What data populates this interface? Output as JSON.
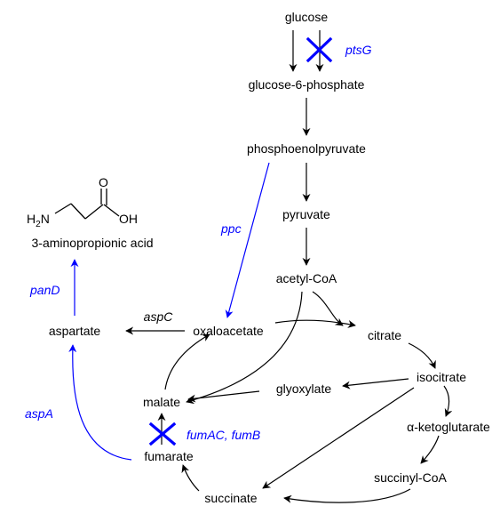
{
  "metabolites": {
    "glucose": "glucose",
    "g6p": "glucose-6-phosphate",
    "pep": "phosphoenolpyruvate",
    "pyruvate": "pyruvate",
    "acetyl_coa": "acetyl-CoA",
    "oxaloacetate": "oxaloacetate",
    "citrate": "citrate",
    "isocitrate": "isocitrate",
    "alpha_kg": "α-ketoglutarate",
    "succinyl_coa": "succinyl-CoA",
    "succinate": "succinate",
    "fumarate": "fumarate",
    "malate": "malate",
    "glyoxylate": "glyoxylate",
    "aspartate": "aspartate",
    "product": "3-aminopropionic acid"
  },
  "enzymes": {
    "ptsG": "ptsG",
    "ppc": "ppc",
    "aspC": "aspC",
    "panD": "panD",
    "aspA": "aspA",
    "fumAC": "fumAC, fumB"
  },
  "structure": {
    "amine": "H",
    "amine_sub": "2",
    "amine_n": "N",
    "carbonyl_o": "O",
    "hydroxyl": "OH"
  },
  "colors": {
    "pathway": "#000000",
    "engineered": "#0000ff",
    "knockout": "#0000ff"
  }
}
